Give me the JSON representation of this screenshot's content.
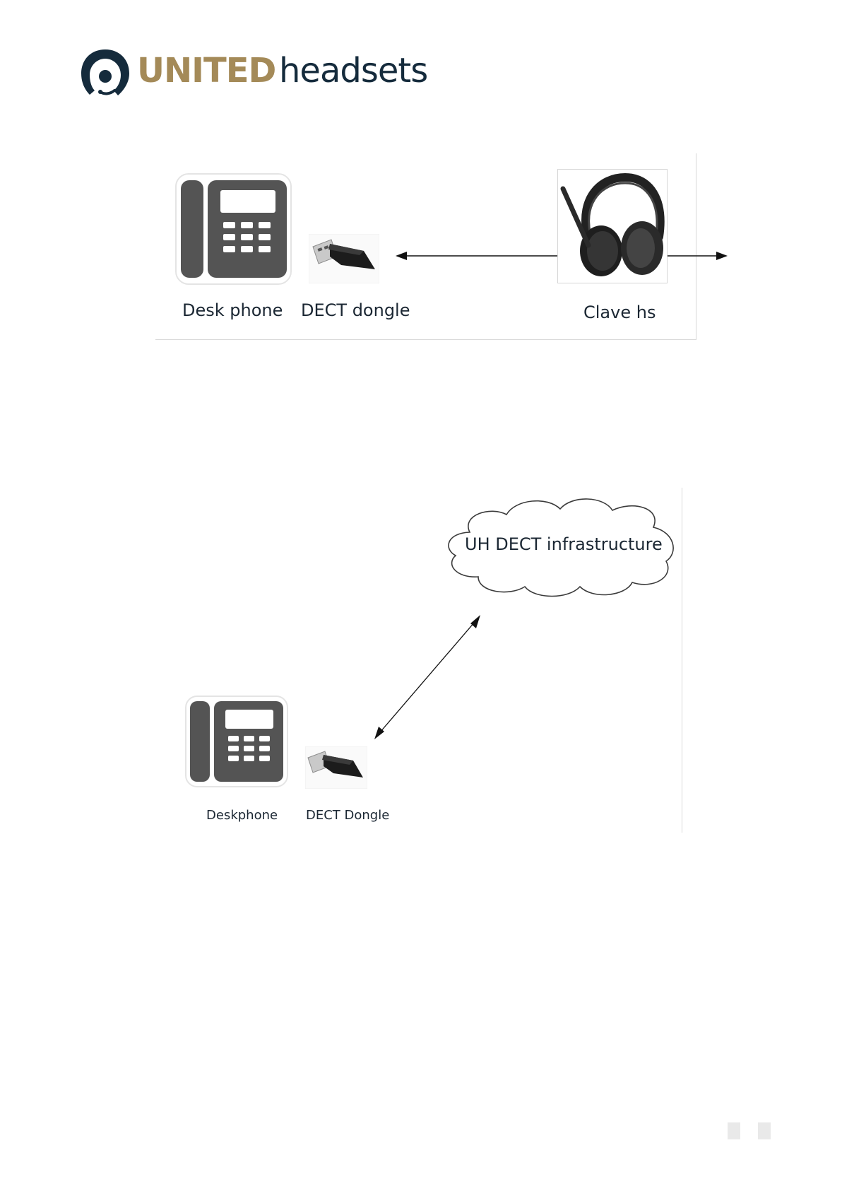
{
  "logo": {
    "united": "UNITED",
    "headsets": "headsets",
    "colors": {
      "gold": "#a48a58",
      "navy": "#152b3c"
    }
  },
  "diagram1": {
    "labels": {
      "desk_phone": "Desk phone",
      "dect_dongle": "DECT dongle",
      "headset": "Clave hs"
    },
    "icons": [
      "desk-phone-icon",
      "usb-dongle-icon",
      "headset-icon",
      "double-arrow"
    ]
  },
  "diagram2": {
    "cloud_label": "UH DECT infrastructure",
    "labels": {
      "desk_phone": "Deskphone",
      "dect_dongle": "DECT Dongle"
    },
    "icons": [
      "desk-phone-icon",
      "usb-dongle-icon",
      "cloud-shape",
      "double-arrow"
    ]
  }
}
